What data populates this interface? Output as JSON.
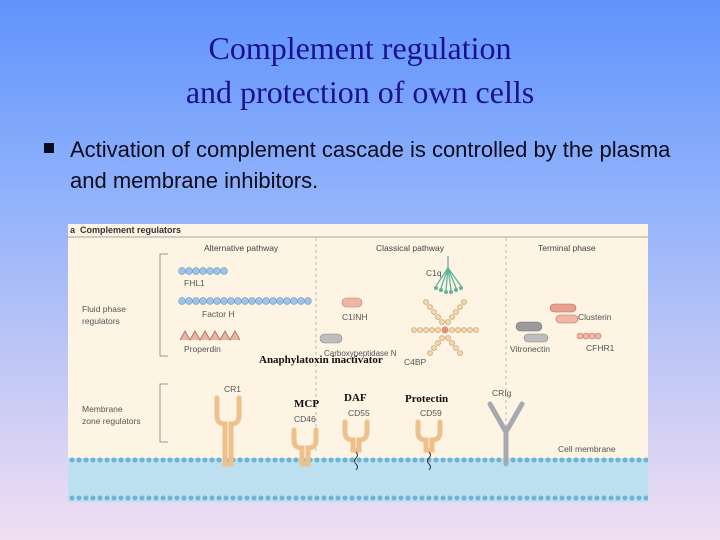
{
  "slide": {
    "title_line1": "Complement regulation",
    "title_line2": "and protection of own cells",
    "bullet": "Activation of complement cascade is controlled by the plasma and membrane inhibitors."
  },
  "figure": {
    "panel_label": "a",
    "panel_title": "Complement regulators",
    "pathways": {
      "alternative": "Alternative pathway",
      "classical": "Classical pathway",
      "terminal": "Terminal phase"
    },
    "row_labels": {
      "fluid_line1": "Fluid phase",
      "fluid_line2": "regulators",
      "membrane_line1": "Membrane",
      "membrane_line2": "zone regulators"
    },
    "molecules": {
      "fhl1": "FHL1",
      "factor_h": "Factor H",
      "properdin": "Properdin",
      "c1inh": "C1INH",
      "carboxypeptidase_line1": "Carboxypeptidase N",
      "c1q": "C1q",
      "c4bp": "C4BP",
      "vitronectin": "Vitronectin",
      "clusterin": "Clusterin",
      "cfhr1": "CFHR1",
      "cr1": "CR1",
      "cd46": "CD46",
      "cd55": "CD55",
      "cd59": "CD59",
      "crig": "CRIg",
      "cell_membrane": "Cell membrane"
    },
    "annotations": {
      "anaphylatoxin": "Anaphylatoxin inactivator",
      "mcp": "MCP",
      "daf": "DAF",
      "protectin": "Protectin"
    }
  }
}
